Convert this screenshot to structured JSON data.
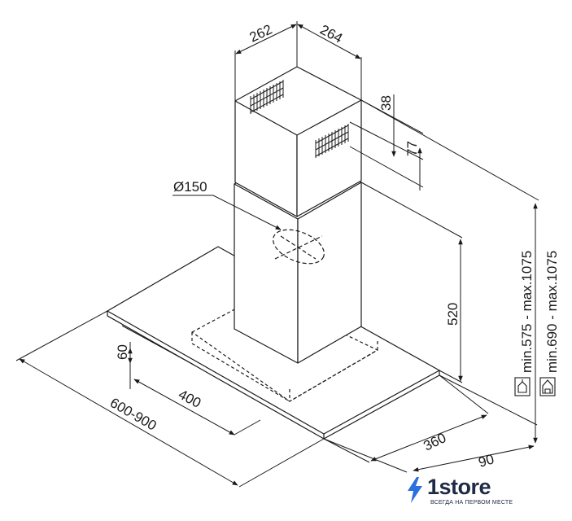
{
  "dimensions": {
    "chimney_width": "262",
    "chimney_depth": "264",
    "outlet_offset_top": "38",
    "outlet_height": "77",
    "outlet_diameter": "Ø150",
    "lower_chimney_height": "520",
    "glass_thickness": "60",
    "canopy_depth_inner": "400",
    "canopy_width": "600-900",
    "canopy_depth": "360",
    "height_range_flat_ceiling": "min.575 - max.1075",
    "height_range_sloped_ceiling": "min.690 - max.1075",
    "cropped_label": "90"
  },
  "icons": {
    "ceiling_flat": "house-flat-ceiling-icon",
    "ceiling_sloped": "house-sloped-ceiling-icon"
  },
  "brand": {
    "name": "1store",
    "tagline": "ВСЕГДА НА ПЕРВОМ МЕСТЕ",
    "accent_color": "#2c6fe0",
    "text_color": "#1f2a44"
  }
}
